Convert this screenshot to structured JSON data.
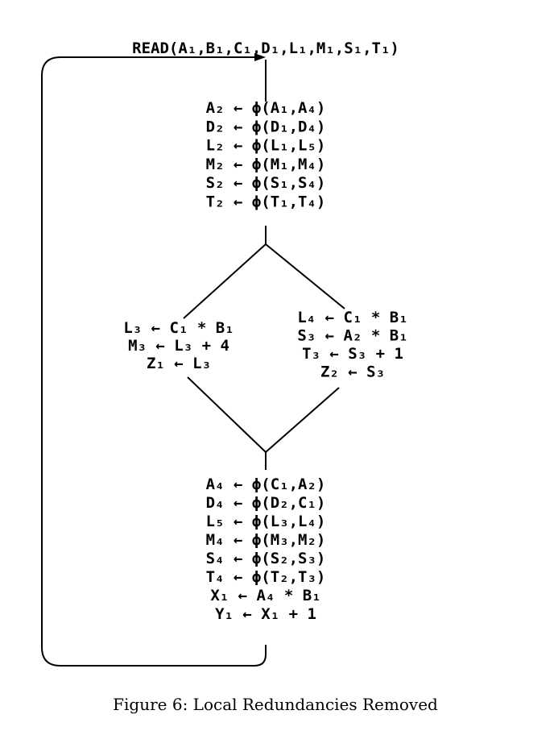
{
  "header": {
    "statement": "READ(A₁,B₁,C₁,D₁,L₁,M₁,S₁,T₁)"
  },
  "blocks": {
    "top": {
      "lines": [
        "A₂ ← ϕ(A₁,A₄)",
        "D₂ ← ϕ(D₁,D₄)",
        "L₂ ← ϕ(L₁,L₅)",
        "M₂ ← ϕ(M₁,M₄)",
        "S₂ ← ϕ(S₁,S₄)",
        "T₂ ← ϕ(T₁,T₄)"
      ]
    },
    "left": {
      "lines": [
        "L₃ ← C₁ * B₁",
        "M₃ ← L₃ + 4",
        "Z₁ ← L₃"
      ]
    },
    "right": {
      "lines": [
        "L₄ ← C₁ * B₁",
        "S₃ ← A₂ * B₁",
        "T₃ ← S₃ + 1",
        "Z₂ ← S₃"
      ]
    },
    "bottom": {
      "lines": [
        "A₄ ← ϕ(C₁,A₂)",
        "D₄ ← ϕ(D₂,C₁)",
        "L₅ ← ϕ(L₃,L₄)",
        "M₄ ← ϕ(M₃,M₂)",
        "S₄ ← ϕ(S₂,S₃)",
        "T₄ ← ϕ(T₂,T₃)",
        "X₁ ← A₄ * B₁",
        "Y₁ ← X₁ + 1"
      ]
    }
  },
  "caption": {
    "text": "Figure 6: Local Redundancies Removed"
  }
}
